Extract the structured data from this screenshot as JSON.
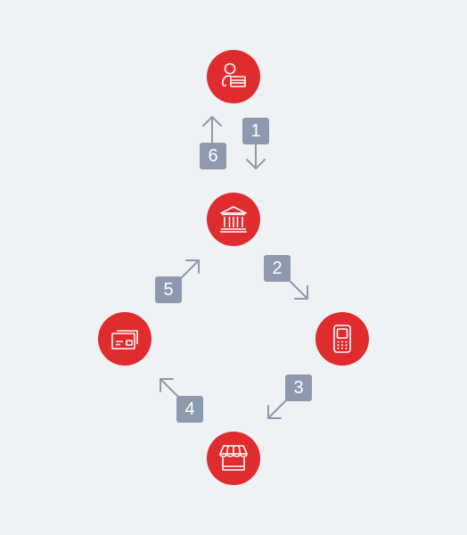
{
  "colors": {
    "background": "#eef2f5",
    "node": "#e02b2f",
    "step_badge": "#8d99ad",
    "arrow": "#8d99ad",
    "icon_stroke": "#ffffff"
  },
  "nodes": [
    {
      "id": "cardholder",
      "icon": "person-with-card-icon"
    },
    {
      "id": "bank",
      "icon": "bank-icon"
    },
    {
      "id": "payment-terminal",
      "icon": "payment-terminal-icon"
    },
    {
      "id": "merchant",
      "icon": "storefront-icon"
    },
    {
      "id": "card-network",
      "icon": "cards-icon"
    }
  ],
  "steps": {
    "s1": "1",
    "s2": "2",
    "s3": "3",
    "s4": "4",
    "s5": "5",
    "s6": "6"
  }
}
